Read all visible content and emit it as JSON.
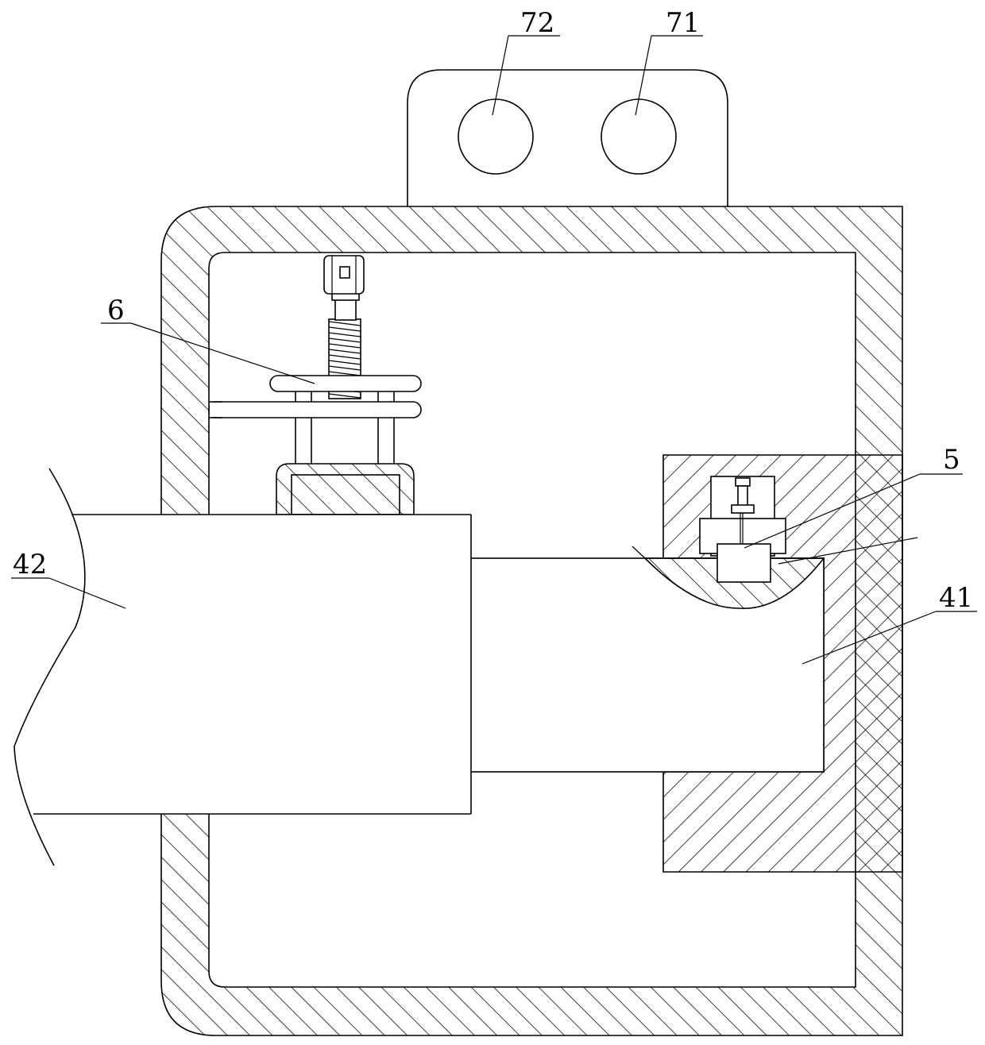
{
  "labels": {
    "l72": "72",
    "l71": "71",
    "l6": "6",
    "l5": "5",
    "l42": "42",
    "l41": "41"
  }
}
